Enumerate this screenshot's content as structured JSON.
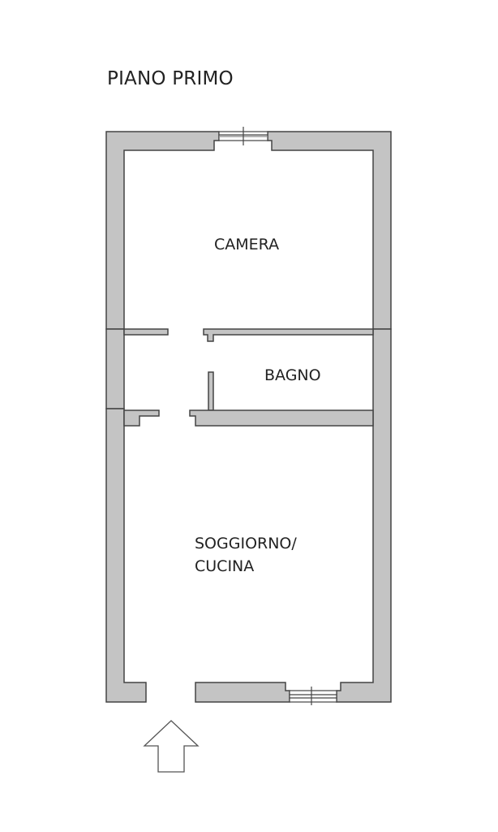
{
  "title": "PIANO PRIMO",
  "rooms": [
    {
      "name": "CAMERA"
    },
    {
      "name": "BAGNO"
    },
    {
      "name": "SOGGIORNO/",
      "name_line2": "CUCINA"
    }
  ],
  "icons": {
    "entrance": "entrance-arrow-icon"
  },
  "colors": {
    "wall_fill": "#c4c4c4",
    "wall_stroke": "#444444",
    "background": "#ffffff",
    "text": "#222222"
  }
}
